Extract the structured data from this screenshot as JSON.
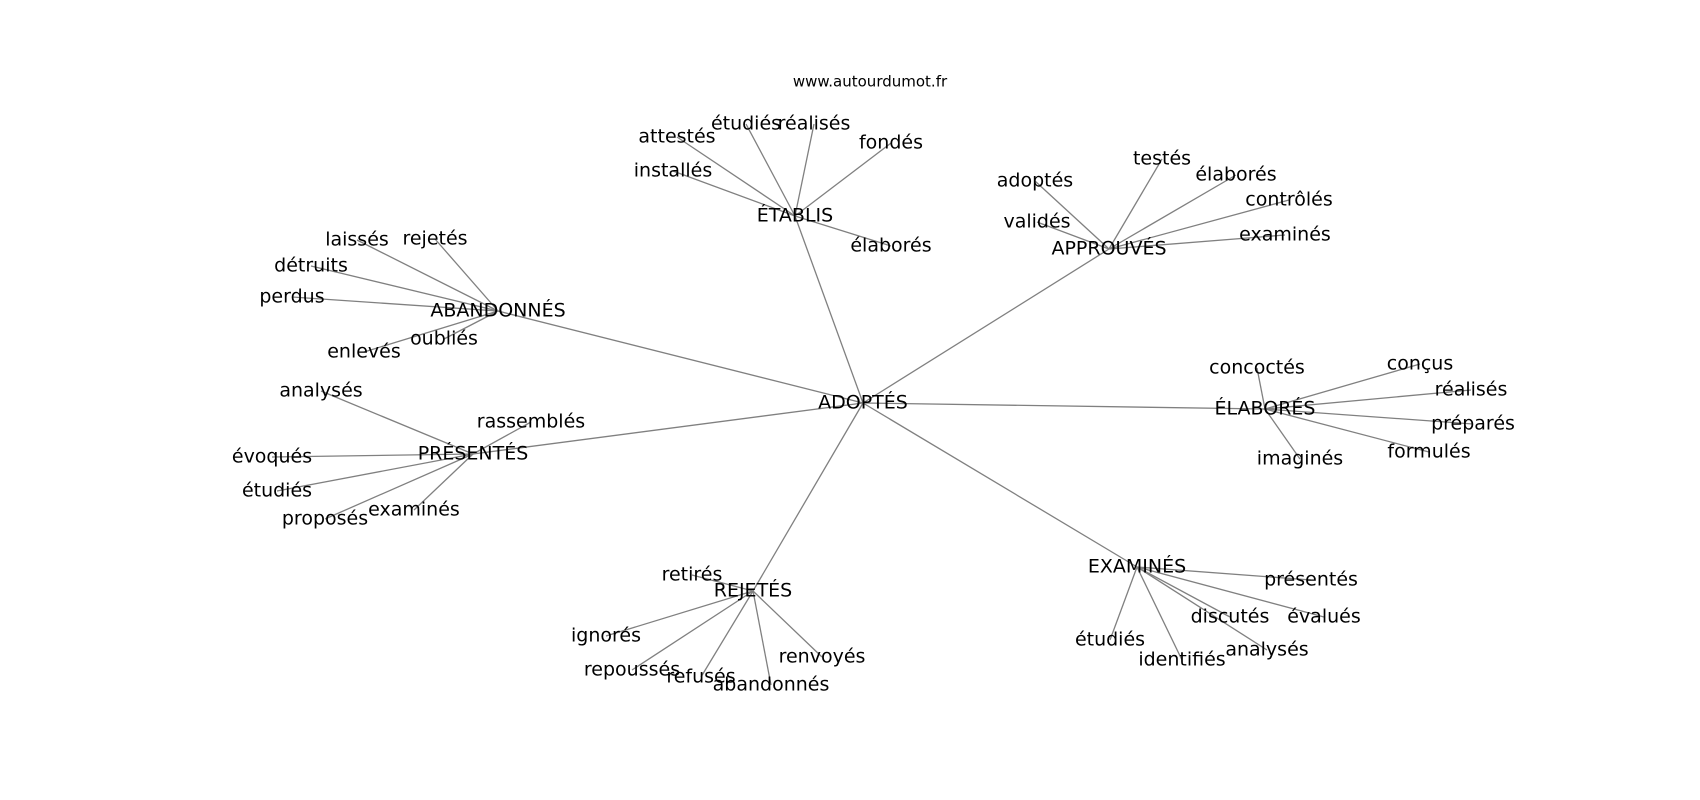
{
  "watermark": "www.autourdumot.fr",
  "center": {
    "label": "ADOPTÉS"
  },
  "clusters": [
    {
      "label": "ÉTABLIS",
      "leaves": [
        "attestés",
        "étudiés",
        "réalisés",
        "fondés",
        "installés",
        "élaborés"
      ]
    },
    {
      "label": "APPROUVÉS",
      "leaves": [
        "adoptés",
        "testés",
        "élaborés",
        "contrôlés",
        "validés",
        "examinés"
      ]
    },
    {
      "label": "ABANDONNÉS",
      "leaves": [
        "laissés",
        "rejetés",
        "détruits",
        "perdus",
        "oubliés",
        "enlevés"
      ]
    },
    {
      "label": "PRÉSENTÉS",
      "leaves": [
        "analysés",
        "rassemblés",
        "évoqués",
        "étudiés",
        "examinés",
        "proposés"
      ]
    },
    {
      "label": "ÉLABORÉS",
      "leaves": [
        "concoctés",
        "conçus",
        "réalisés",
        "préparés",
        "formulés",
        "imaginés"
      ]
    },
    {
      "label": "REJETÉS",
      "leaves": [
        "retirés",
        "ignorés",
        "repoussés",
        "refusés",
        "abandonnés",
        "renvoyés"
      ]
    },
    {
      "label": "EXAMINÉS",
      "leaves": [
        "présentés",
        "discutés",
        "évalués",
        "analysés",
        "identifiés",
        "étudiés"
      ]
    }
  ]
}
